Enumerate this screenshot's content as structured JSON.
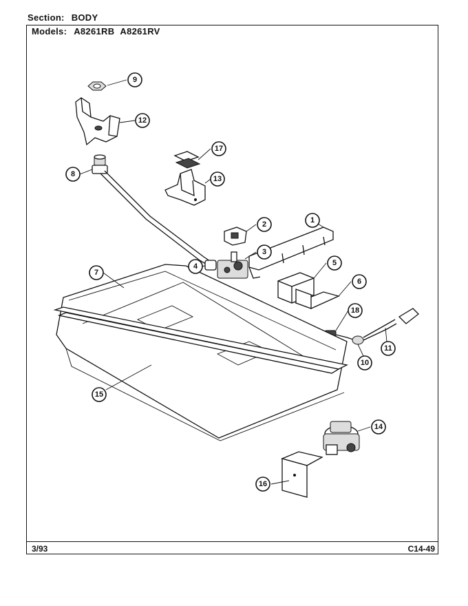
{
  "header": {
    "section_label": "Section:",
    "section_value": "BODY",
    "models_label": "Models:",
    "models": [
      "A8261RB",
      "A8261RV"
    ]
  },
  "footer": {
    "date": "3/93",
    "page_code": "C14-49"
  },
  "callouts": [
    "1",
    "2",
    "3",
    "4",
    "5",
    "6",
    "7",
    "8",
    "9",
    "10",
    "11",
    "12",
    "13",
    "14",
    "15",
    "16",
    "17",
    "18"
  ]
}
